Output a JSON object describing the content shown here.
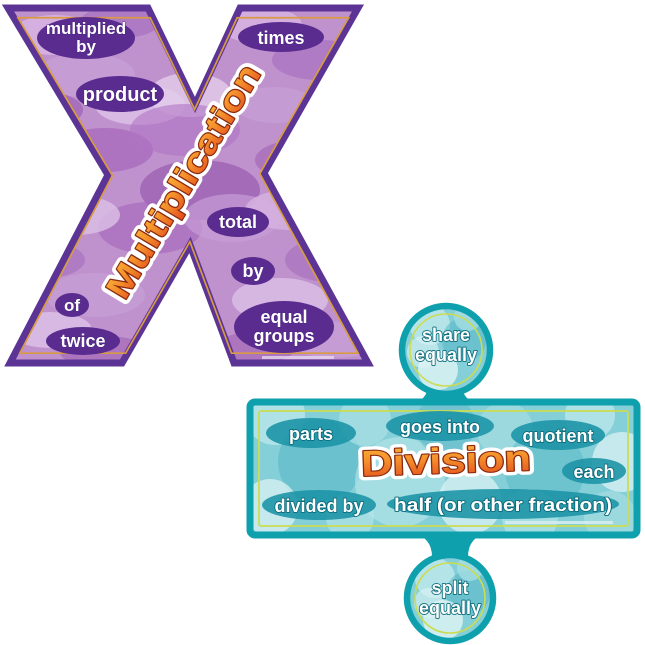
{
  "poster": {
    "description": "math vocabulary posters",
    "background": "#ffffff"
  },
  "multiplication_sign": {
    "symbol": "X",
    "title": "Multiplication",
    "words": {
      "multiplied_by": {
        "line1": "multiplied",
        "line2": "by"
      },
      "times": "times",
      "product": "product",
      "total": "total",
      "by": "by",
      "equal_groups": {
        "line1": "equal",
        "line2": "groups"
      },
      "of": "of",
      "twice": "twice"
    },
    "colors": {
      "border": "#5c3496",
      "inner_line": "#d89b43",
      "fill_base": "#bf92cd",
      "word_oval": "#5a2c90",
      "title_gradient_top": "#fbb53a",
      "title_gradient_bottom": "#e2491d",
      "title_outline": "#8a2a10"
    }
  },
  "division_sign": {
    "symbol": "÷",
    "title": "Division",
    "top_circle": {
      "line1": "share",
      "line2": "equally"
    },
    "bottom_circle": {
      "line1": "split",
      "line2": "equally"
    },
    "bar_words": {
      "parts": "parts",
      "goes_into": "goes into",
      "quotient": "quotient",
      "each": "each",
      "divided_by": "divided by",
      "half": "half (or other fraction)"
    },
    "colors": {
      "border": "#0fa0ad",
      "inner_line": "#cbdc52",
      "fill_base": "#85cfd8",
      "word_oval": "#1d95a7",
      "title_gradient_top": "#fbb53a",
      "title_gradient_bottom": "#e2491d",
      "title_outline": "#8a2a10"
    }
  }
}
